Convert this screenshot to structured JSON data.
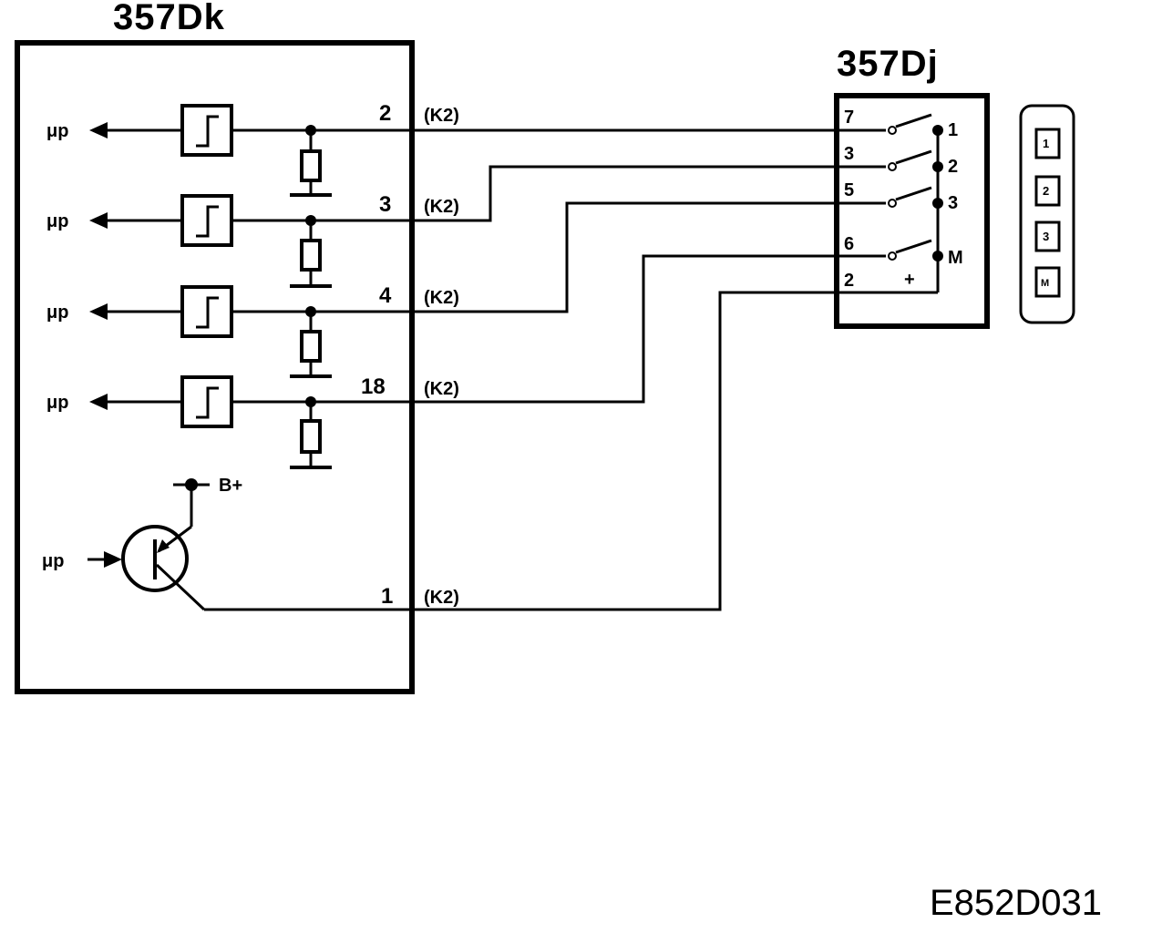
{
  "module_left": {
    "title": "357Dk"
  },
  "module_right": {
    "title": "357Dj"
  },
  "input_label": "μp",
  "supply_label": "B+",
  "wires": [
    {
      "pin": "2",
      "connector": "(K2)"
    },
    {
      "pin": "3",
      "connector": "(K2)"
    },
    {
      "pin": "4",
      "connector": "(K2)"
    },
    {
      "pin": "18",
      "connector": "(K2)"
    },
    {
      "pin": "1",
      "connector": "(K2)"
    }
  ],
  "switch_pins": [
    "7",
    "3",
    "5",
    "6",
    "2"
  ],
  "switch_outputs": [
    "1",
    "2",
    "3",
    "M",
    "+"
  ],
  "keypad_keys": [
    "1",
    "2",
    "3",
    "M"
  ],
  "figure_code": "E852D031",
  "icons": [
    "arrow-left-icon",
    "schmitt-trigger-icon",
    "resistor-icon",
    "ground-icon",
    "transistor-icon",
    "switch-icon"
  ]
}
